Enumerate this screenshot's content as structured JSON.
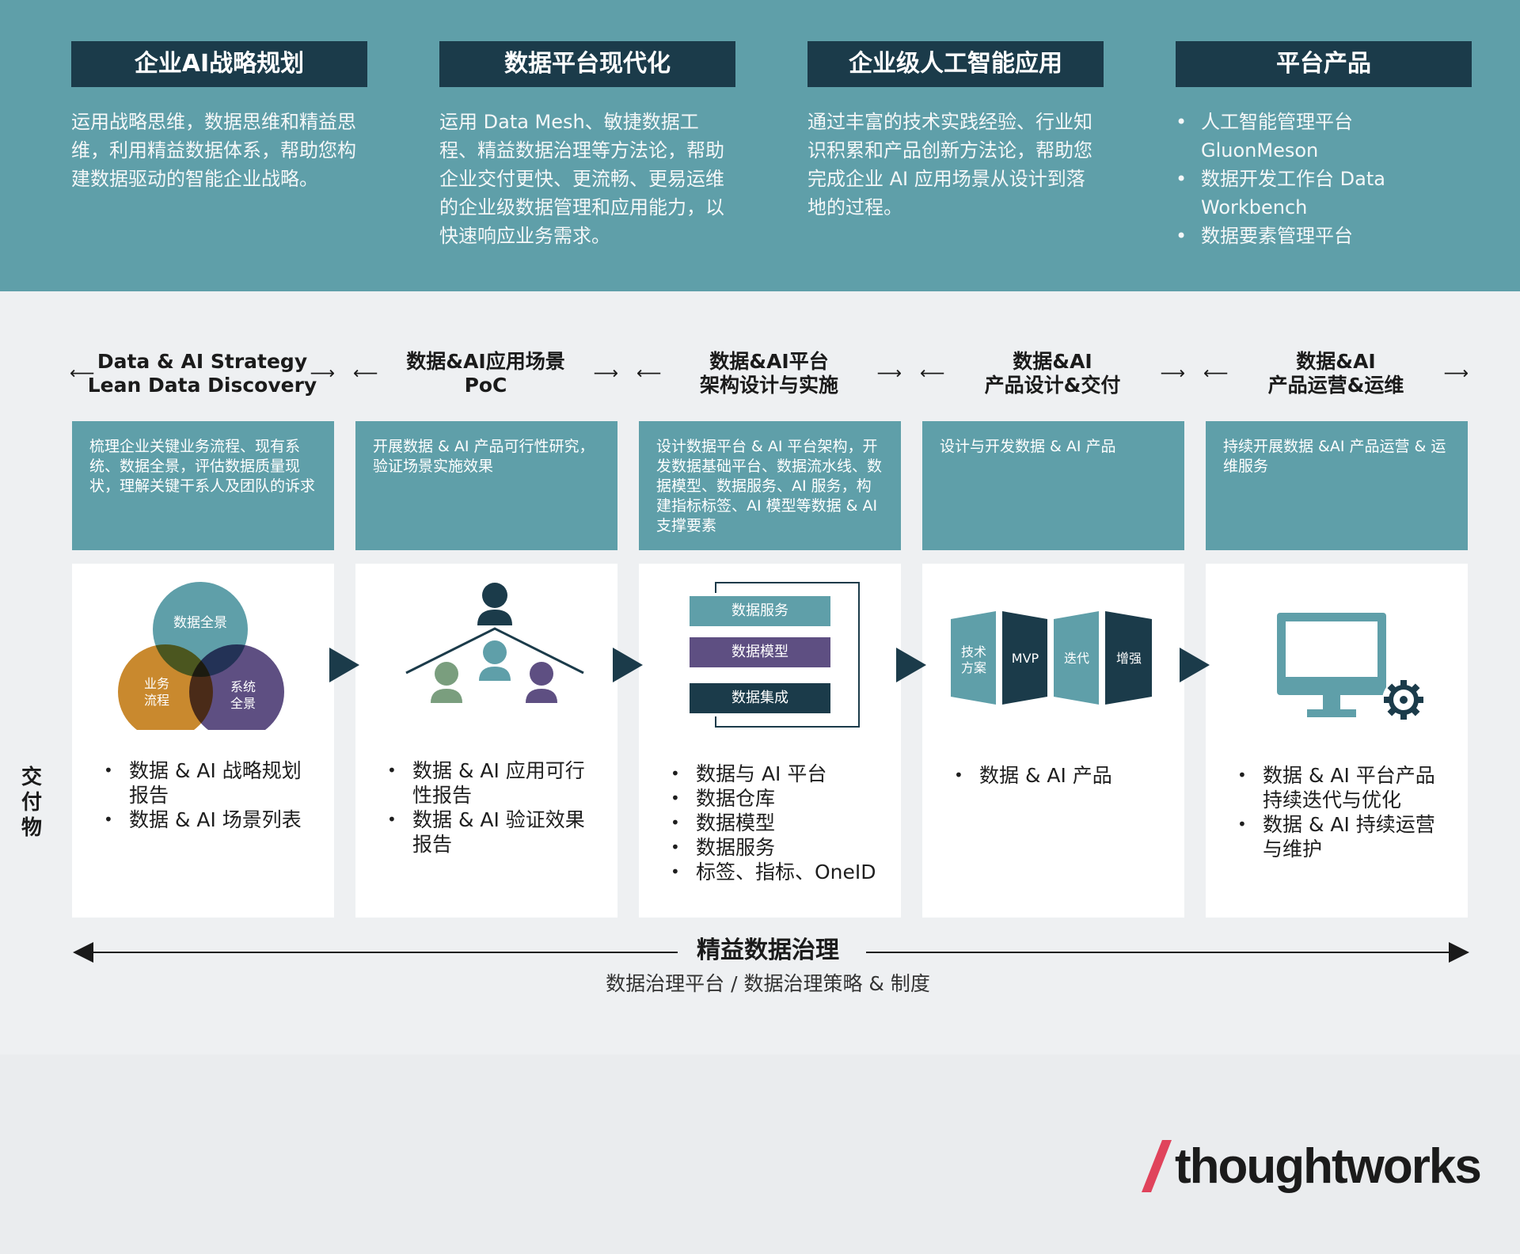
{
  "pillars": [
    {
      "title": "企业AI战略规划",
      "desc": "运用战略思维，数据思维和精益思维，利用精益数据体系，帮助您构建数据驱动的智能企业战略。"
    },
    {
      "title": "数据平台现代化",
      "desc": "运用 Data Mesh、敏捷数据工程、精益数据治理等方法论，帮助企业交付更快、更流畅、更易运维的企业级数据管理和应用能力，以快速响应业务需求。"
    },
    {
      "title": "企业级人工智能应用",
      "desc": "通过丰富的技术实践经验、行业知识积累和产品创新方法论，帮助您完成企业 AI 应用场景从设计到落地的过程。"
    },
    {
      "title": "平台产品",
      "items": [
        "人工智能管理平台 GluonMeson",
        "数据开发工作台 Data Workbench",
        "数据要素管理平台"
      ]
    }
  ],
  "stages": [
    {
      "title_line1": "Data & AI Strategy",
      "title_line2": "Lean Data Discovery",
      "desc": "梳理企业关键业务流程、现有系统、数据全景，评估数据质量现状，理解关键干系人及团队的诉求",
      "deliverables": [
        "数据 & AI 战略规划报告",
        "数据 & AI 场景列表"
      ]
    },
    {
      "title_line1": "数据&AI应用场景",
      "title_line2": "PoC",
      "desc": "开展数据 & AI 产品可行性研究，验证场景实施效果",
      "deliverables": [
        "数据 & AI 应用可行性报告",
        "数据 & AI 验证效果报告"
      ]
    },
    {
      "title_line1": "数据&AI平台",
      "title_line2": "架构设计与实施",
      "desc": "设计数据平台 & AI 平台架构，开发数据基础平台、数据流水线、数据模型、数据服务、AI 服务，构建指标标签、AI 模型等数据 & AI 支撑要素",
      "deliverables": [
        "数据与 AI 平台",
        "数据仓库",
        "数据模型",
        "数据服务",
        "标签、指标、OneID"
      ]
    },
    {
      "title_line1": "数据&AI",
      "title_line2": "产品设计&交付",
      "desc": "设计与开发数据 & AI 产品",
      "deliverables": [
        "数据 & AI 产品"
      ]
    },
    {
      "title_line1": "数据&AI",
      "title_line2": "产品运营&运维",
      "desc": "持续开展数据 &AI 产品运营 & 运维服务",
      "deliverables": [
        "数据 & AI 平台产品持续迭代与优化",
        "数据 & AI 持续运营与维护"
      ]
    }
  ],
  "venn": {
    "top": "数据全景",
    "left_line1": "业务",
    "left_line2": "流程",
    "right_line1": "系统",
    "right_line2": "全景"
  },
  "stack_layers": [
    "数据服务",
    "数据模型",
    "数据集成"
  ],
  "product_panels": {
    "p1_line1": "技术",
    "p1_line2": "方案",
    "p2": "MVP",
    "p3": "迭代",
    "p4": "增强"
  },
  "side_label": [
    "交",
    "付",
    "物"
  ],
  "governance": {
    "title": "精益数据治理",
    "subtitle": "数据治理平台 / 数据治理策略 & 制度"
  },
  "logo": {
    "text": "thoughtworks",
    "slash_color": "#e0435b"
  },
  "colors": {
    "teal": "#5f9fa9",
    "navy": "#1b3b4a",
    "purple": "#5e4f82",
    "orange": "#c9892e",
    "green": "#7a9e7e"
  }
}
